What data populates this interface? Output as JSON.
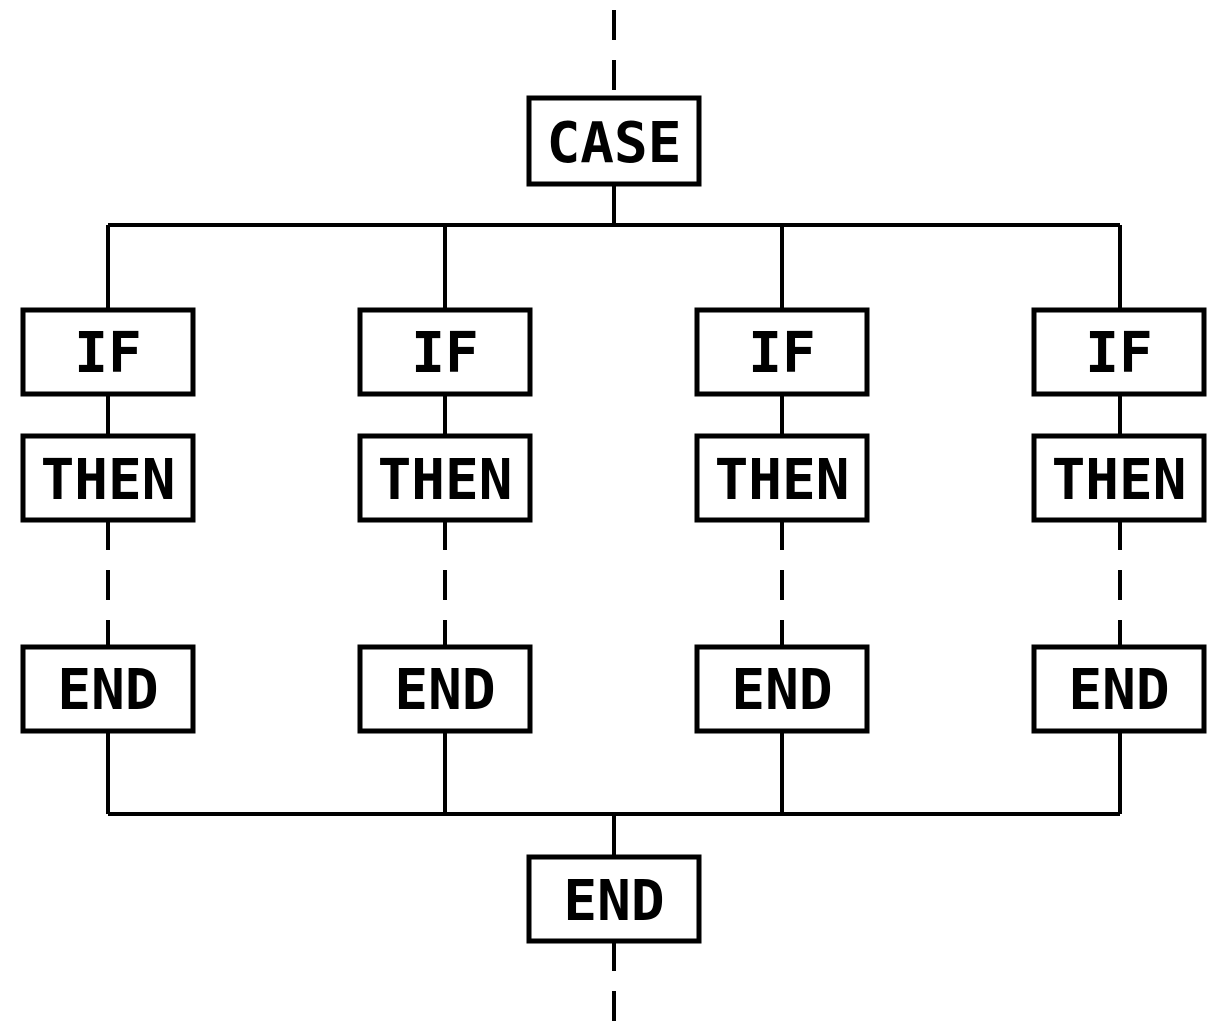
{
  "diagram": {
    "case_label": "CASE",
    "final_end_label": "END",
    "branches": [
      {
        "if_label": "IF",
        "then_label": "THEN",
        "end_label": "END"
      },
      {
        "if_label": "IF",
        "then_label": "THEN",
        "end_label": "END"
      },
      {
        "if_label": "IF",
        "then_label": "THEN",
        "end_label": "END"
      },
      {
        "if_label": "IF",
        "then_label": "THEN",
        "end_label": "END"
      }
    ]
  }
}
